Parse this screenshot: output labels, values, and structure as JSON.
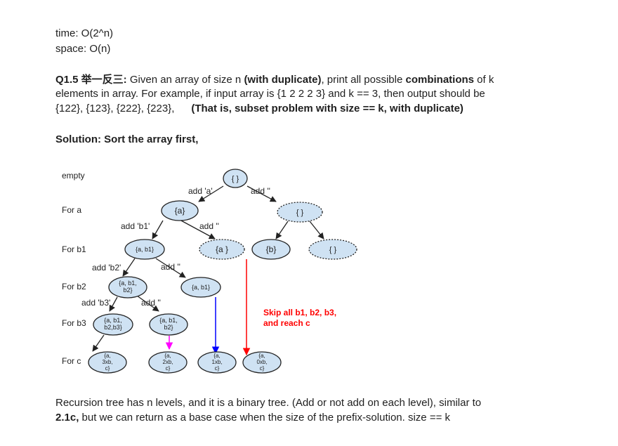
{
  "header": {
    "time": "time: O(2^n)",
    "space": "space: O(n)"
  },
  "question": {
    "label": "Q1.5 举一反三:",
    "t1": " Given an array of size n ",
    "t1b": "(with duplicate)",
    "t1c": ",  print all possible ",
    "t1d": "combinations",
    "t1e": " of k",
    "line2": "elements in array. For example, if input array is {1 2 2 2 3} and k == 3, then output should be",
    "line3": "{122}, {123}, {222}, {223},",
    "line3b": "(That is, subset problem with size == k, with duplicate)"
  },
  "solution": "Solution: Sort the array first,",
  "tree": {
    "levels": [
      "empty",
      "For a",
      "For b1",
      "For b2",
      "For b3",
      "For c"
    ],
    "nodes": {
      "root": "{ }",
      "a": "{a}",
      "empty_dashed": "{ }",
      "ab1": "{a, b1}",
      "a_dashed": "{a }",
      "b": "{b}",
      "empty_dashed2": "{ }",
      "ab1b2": [
        "{a, b1,",
        "b2}"
      ],
      "ab1_2": "{a, b1}",
      "ab1b2b3": [
        "{a, b1,",
        "b2,b3}"
      ],
      "ab1b2_2": [
        "{a, b1,",
        "b2}"
      ],
      "c3": [
        "{a,",
        "3xb,",
        "c}"
      ],
      "c2": [
        "{a,",
        "2xb,",
        "c}"
      ],
      "c1": [
        "{a,",
        "1xb,",
        "c}"
      ],
      "c0": [
        "{a,",
        "0xb,",
        "c}"
      ]
    },
    "edges": {
      "add_a": "add 'a'",
      "add_empty_root": "add ''",
      "add_b1": "add 'b1'",
      "add_empty_a": "add ''",
      "add_b2": "add 'b2'",
      "add_empty_ab1": "add ''",
      "add_b3": "add 'b3'",
      "add_empty_ab1b2": "add ''"
    },
    "note": [
      "Skip all b1, b2, b3,",
      "and reach c"
    ],
    "colors": {
      "node_fill": "#cfe2f3",
      "red": "#ff0000",
      "blue": "#0000ff",
      "magenta": "#ff00ff"
    }
  },
  "footer": {
    "line1": "Recursion tree has n levels, and it is a binary tree. (Add or not add on each level), similar to",
    "line2b": "2.1c,",
    "line2": " but we can return as a base case when the size of the prefix-solution. size == k"
  }
}
